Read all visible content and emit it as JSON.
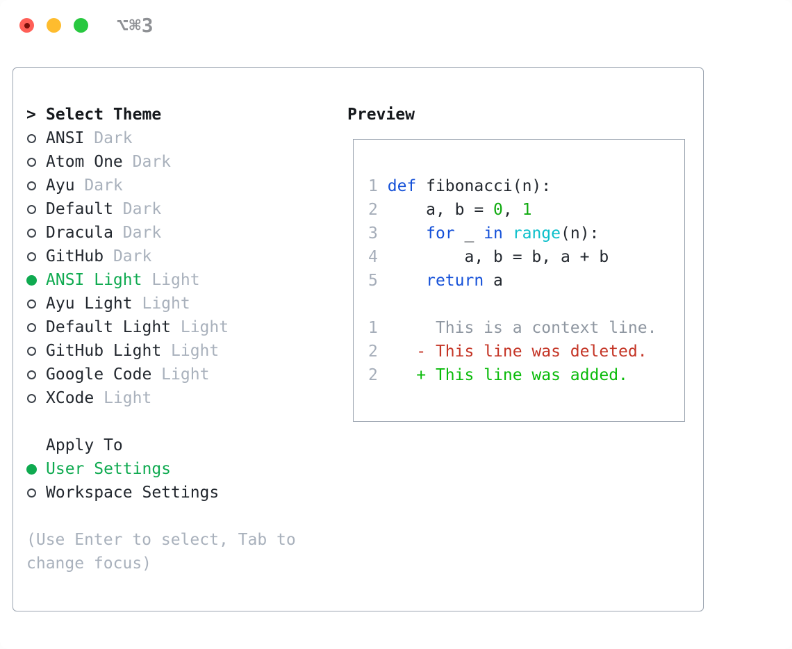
{
  "titlebar": {
    "shortcut": "⌥⌘3",
    "traffic_lights": {
      "close": "#ff5f57",
      "minimize": "#febc2e",
      "zoom": "#28c840"
    }
  },
  "theme_panel": {
    "prompt": ">",
    "title": "Select Theme",
    "themes": [
      {
        "name": "ANSI",
        "variant": "Dark",
        "selected": false
      },
      {
        "name": "Atom One",
        "variant": "Dark",
        "selected": false
      },
      {
        "name": "Ayu",
        "variant": "Dark",
        "selected": false
      },
      {
        "name": "Default",
        "variant": "Dark",
        "selected": false
      },
      {
        "name": "Dracula",
        "variant": "Dark",
        "selected": false
      },
      {
        "name": "GitHub",
        "variant": "Dark",
        "selected": false
      },
      {
        "name": "ANSI Light",
        "variant": "Light",
        "selected": true
      },
      {
        "name": "Ayu Light",
        "variant": "Light",
        "selected": false
      },
      {
        "name": "Default Light",
        "variant": "Light",
        "selected": false
      },
      {
        "name": "GitHub Light",
        "variant": "Light",
        "selected": false
      },
      {
        "name": "Google Code",
        "variant": "Light",
        "selected": false
      },
      {
        "name": "XCode",
        "variant": "Light",
        "selected": false
      }
    ],
    "apply_to": {
      "title": "Apply To",
      "options": [
        {
          "label": "User Settings",
          "selected": true
        },
        {
          "label": "Workspace Settings",
          "selected": false
        }
      ]
    },
    "hint_lines": [
      "(Use Enter to select, Tab to",
      "change focus)"
    ]
  },
  "preview": {
    "title": "Preview",
    "code_lines": [
      {
        "num": "1",
        "tokens": [
          {
            "c": "plain",
            "t": " "
          },
          {
            "c": "kw",
            "t": "def"
          },
          {
            "c": "plain",
            "t": " fibonacci(n):"
          }
        ]
      },
      {
        "num": "2",
        "tokens": [
          {
            "c": "plain",
            "t": "     a, b = "
          },
          {
            "c": "lit",
            "t": "0"
          },
          {
            "c": "plain",
            "t": ", "
          },
          {
            "c": "lit",
            "t": "1"
          }
        ]
      },
      {
        "num": "3",
        "tokens": [
          {
            "c": "plain",
            "t": "     "
          },
          {
            "c": "kw",
            "t": "for"
          },
          {
            "c": "plain",
            "t": " _ "
          },
          {
            "c": "kw",
            "t": "in"
          },
          {
            "c": "plain",
            "t": " "
          },
          {
            "c": "fn",
            "t": "range"
          },
          {
            "c": "plain",
            "t": "(n):"
          }
        ]
      },
      {
        "num": "4",
        "tokens": [
          {
            "c": "plain",
            "t": "         a, b = b, a + b"
          }
        ]
      },
      {
        "num": "5",
        "tokens": [
          {
            "c": "plain",
            "t": "     "
          },
          {
            "c": "kw",
            "t": "return"
          },
          {
            "c": "plain",
            "t": " a"
          }
        ]
      }
    ],
    "diff_lines": [
      {
        "num": "1",
        "kind": "context",
        "text": "      This is a context line."
      },
      {
        "num": "2",
        "kind": "deleted",
        "text": "    - This line was deleted."
      },
      {
        "num": "2",
        "kind": "added",
        "text": "    + This line was added."
      }
    ]
  },
  "colors": {
    "selected_green": "#0faa50",
    "added_green": "#0abb0a",
    "deleted_red": "#c43425",
    "keyword_blue": "#1450d8",
    "function_cyan": "#0bbfca",
    "literal_green": "#0faa0f",
    "muted_gray": "#a9b1bc",
    "text_dark": "#22272e",
    "border_gray": "#9aa3af"
  }
}
